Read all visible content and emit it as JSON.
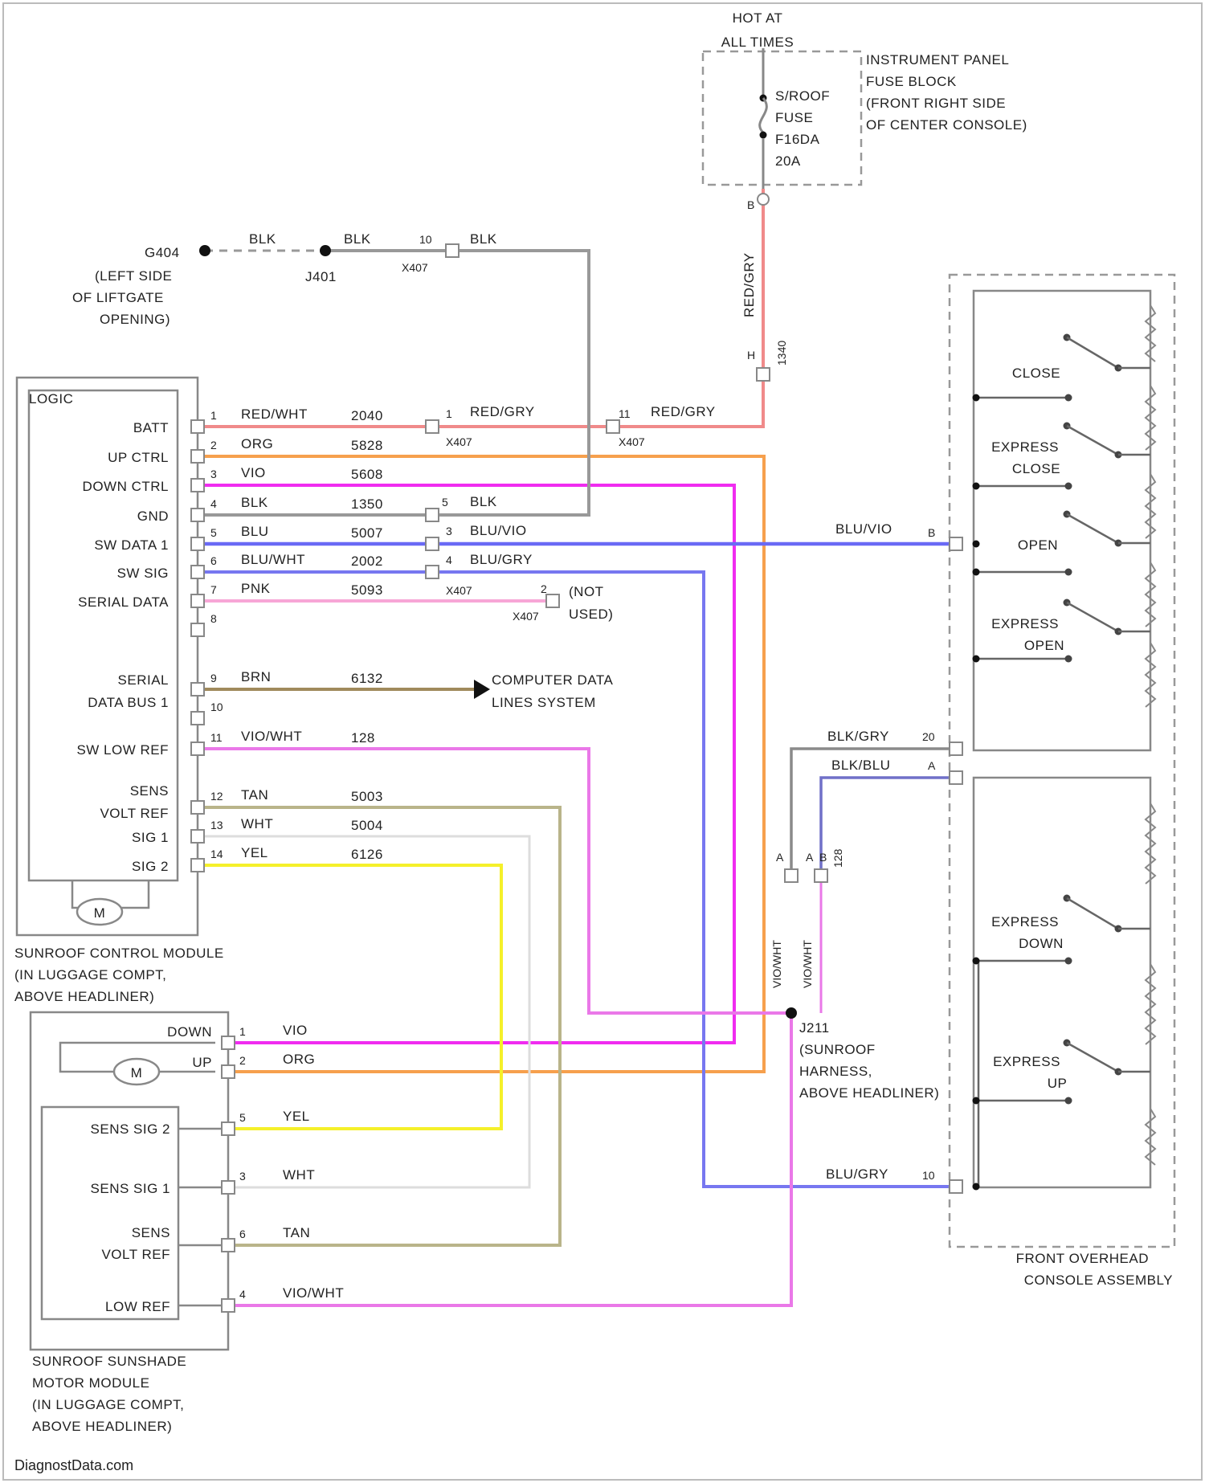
{
  "colors": {
    "red": "#f08a8a",
    "orange": "#f6a04d",
    "violet": "#f02cf0",
    "gray": "#999999",
    "blue": "#6a6af5",
    "blue_light": "#8c8cf5",
    "pink": "#f7a6d6",
    "brown": "#a08a5c",
    "pink_violet": "#ea78e8",
    "tan": "#b9b48a",
    "white_wire": "#dddddd",
    "yellow": "#f5f02a",
    "dark_gray": "#8a8a8a",
    "blu_blue": "#7070c8"
  },
  "top": {
    "hot_line1": "HOT AT",
    "hot_line2": "ALL TIMES",
    "fuse_block_lines": [
      "INSTRUMENT PANEL",
      "FUSE BLOCK",
      "(FRONT RIGHT SIDE",
      "OF CENTER CONSOLE)"
    ],
    "fuse_lines": [
      "S/ROOF",
      "FUSE",
      "F16DA",
      "20A"
    ]
  },
  "ground": {
    "g404": "G404",
    "g404_lines": [
      "(LEFT SIDE",
      "OF LIFTGATE",
      "OPENING)"
    ],
    "blk1": "BLK",
    "blk2": "BLK",
    "j401": "J401",
    "pin10": "10",
    "x407": "X407",
    "blk3": "BLK"
  },
  "red_riser": {
    "wire": "RED/GRY",
    "wire_num": "1340",
    "pin_top": "B",
    "pin_bottom": "H"
  },
  "module": {
    "logic": "LOGIC",
    "pins": [
      "BATT",
      "UP CTRL",
      "DOWN CTRL",
      "GND",
      "SW DATA 1",
      "SW SIG",
      "SERIAL DATA",
      "",
      "SERIAL",
      "",
      "SW LOW REF",
      "SENS",
      "SIG 1",
      "SIG 2"
    ],
    "serial_line2": "DATA BUS 1",
    "sens_line2": "VOLT REF",
    "motor": "M",
    "title_lines": [
      "SUNROOF CONTROL MODULE",
      "(IN LUGGAGE COMPT,",
      "ABOVE HEADLINER)"
    ]
  },
  "wires": [
    {
      "pin": "1",
      "color": "RED/WHT",
      "num": "2040"
    },
    {
      "pin": "2",
      "color": "ORG",
      "num": "5828"
    },
    {
      "pin": "3",
      "color": "VIO",
      "num": "5608"
    },
    {
      "pin": "4",
      "color": "BLK",
      "num": "1350"
    },
    {
      "pin": "5",
      "color": "BLU",
      "num": "5007"
    },
    {
      "pin": "6",
      "color": "BLU/WHT",
      "num": "2002"
    },
    {
      "pin": "7",
      "color": "PNK",
      "num": "5093"
    },
    {
      "pin": "8",
      "color": "",
      "num": ""
    },
    {
      "pin": "9",
      "color": "BRN",
      "num": "6132"
    },
    {
      "pin": "10",
      "color": "",
      "num": ""
    },
    {
      "pin": "11",
      "color": "VIO/WHT",
      "num": "128"
    },
    {
      "pin": "12",
      "color": "TAN",
      "num": "5003"
    },
    {
      "pin": "13",
      "color": "WHT",
      "num": "5004"
    },
    {
      "pin": "14",
      "color": "YEL",
      "num": "6126"
    }
  ],
  "x407": {
    "label": "X407",
    "pin1": "1",
    "red_gry_a": "RED/GRY",
    "pin11": "11",
    "red_gry_b": "RED/GRY",
    "pin5": "5",
    "blk": "BLK",
    "pin3": "3",
    "blu_vio": "BLU/VIO",
    "pin4": "4",
    "blu_gry": "BLU/GRY",
    "pin2": "2",
    "not_used": "(NOT",
    "not_used2": "USED)"
  },
  "cdl": {
    "line1": "COMPUTER DATA",
    "line2": "LINES SYSTEM"
  },
  "console": {
    "switches": [
      "CLOSE",
      "EXPRESS",
      "OPEN",
      "EXPRESS",
      "EXPRESS",
      "EXPRESS"
    ],
    "express_close_2": "CLOSE",
    "express_open_2": "OPEN",
    "express_down_2": "DOWN",
    "express_up_2": "UP",
    "blu_vio": "BLU/VIO",
    "pin_b": "B",
    "blk_gry": "BLK/GRY",
    "pin20": "20",
    "blk_blu": "BLK/BLU",
    "pin_a": "A",
    "blu_gry": "BLU/GRY",
    "pin10": "10",
    "title_lines": [
      "FRONT OVERHEAD",
      "CONSOLE ASSEMBLY"
    ]
  },
  "splice": {
    "j211": "J211",
    "lines": [
      "(SUNROOF",
      "HARNESS,",
      "ABOVE HEADLINER)"
    ],
    "vio_wht_a": "VIO/WHT",
    "vio_wht_b": "VIO/WHT",
    "wire_128": "128",
    "pin_a1": "A",
    "pin_a2": "A",
    "pin_b": "B"
  },
  "motor_module": {
    "down": "DOWN",
    "up": "UP",
    "motor": "M",
    "sens_sig2": "SENS SIG 2",
    "sens_sig1": "SENS SIG 1",
    "sens": "SENS",
    "volt_ref": "VOLT REF",
    "low_ref": "LOW REF",
    "pins": [
      "1",
      "2",
      "5",
      "3",
      "6",
      "4"
    ],
    "wires": [
      "VIO",
      "ORG",
      "YEL",
      "WHT",
      "TAN",
      "VIO/WHT"
    ],
    "title_lines": [
      "SUNROOF SUNSHADE",
      "MOTOR MODULE",
      "(IN LUGGAGE COMPT,",
      "ABOVE HEADLINER)"
    ]
  },
  "watermark": "DiagnostData.com"
}
